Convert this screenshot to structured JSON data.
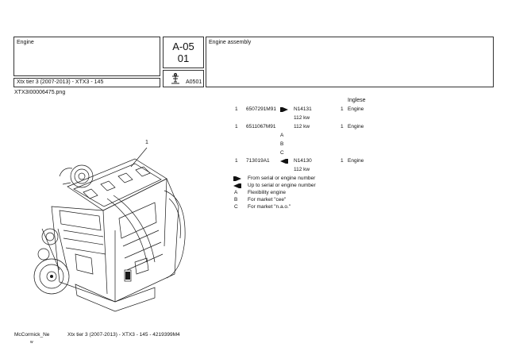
{
  "header": {
    "section_label": "Engine",
    "code_main": "A-05",
    "code_sub": "01",
    "group_title": "Engine assembly",
    "model_line": "Xtx tier 3 (2007-2013) - XTX3 - 145",
    "page_ref": "A0501",
    "image_file": "XTX3I00006475.png"
  },
  "parts": {
    "language_header": "Inglese",
    "rows": [
      {
        "qty_col": "1",
        "part": "6507291M91",
        "from_marker": "from-serial-icon",
        "serial": "N14131",
        "qty": "1",
        "desc": "Engine"
      },
      {
        "qty_col": "",
        "part": "",
        "from_marker": "",
        "serial": "112 kw",
        "qty": "",
        "desc": ""
      },
      {
        "qty_col": "1",
        "part": "6511067M91",
        "from_marker": "",
        "serial": "112 kw",
        "qty": "1",
        "desc": "Engine"
      },
      {
        "qty_col": "",
        "part": "",
        "from_marker": "A",
        "serial": "",
        "qty": "",
        "desc": ""
      },
      {
        "qty_col": "",
        "part": "",
        "from_marker": "B",
        "serial": "",
        "qty": "",
        "desc": ""
      },
      {
        "qty_col": "",
        "part": "",
        "from_marker": "C",
        "serial": "",
        "qty": "",
        "desc": ""
      },
      {
        "qty_col": "1",
        "part": "713019A1",
        "from_marker": "up-to-serial-icon",
        "serial": "N14130",
        "qty": "1",
        "desc": "Engine"
      },
      {
        "qty_col": "",
        "part": "",
        "from_marker": "",
        "serial": "112 kw",
        "qty": "",
        "desc": ""
      }
    ]
  },
  "legend": [
    {
      "key_icon": "from-serial-icon",
      "key": "",
      "text": "From serial or engine number"
    },
    {
      "key_icon": "up-to-serial-icon",
      "key": "",
      "text": "Up to serial or engine number"
    },
    {
      "key_icon": "",
      "key": "A",
      "text": "Flexibility engine"
    },
    {
      "key_icon": "",
      "key": "B",
      "text": "For market \"cee\""
    },
    {
      "key_icon": "",
      "key": "C",
      "text": "For market \"n.a.o.\""
    }
  ],
  "figure": {
    "callout": "1"
  },
  "footer": {
    "brand": "McCormick_Ne",
    "doc_line": "Xtx tier 3 (2007-2013) - XTX3 - 145 - 4219399M4",
    "mark": "w"
  }
}
